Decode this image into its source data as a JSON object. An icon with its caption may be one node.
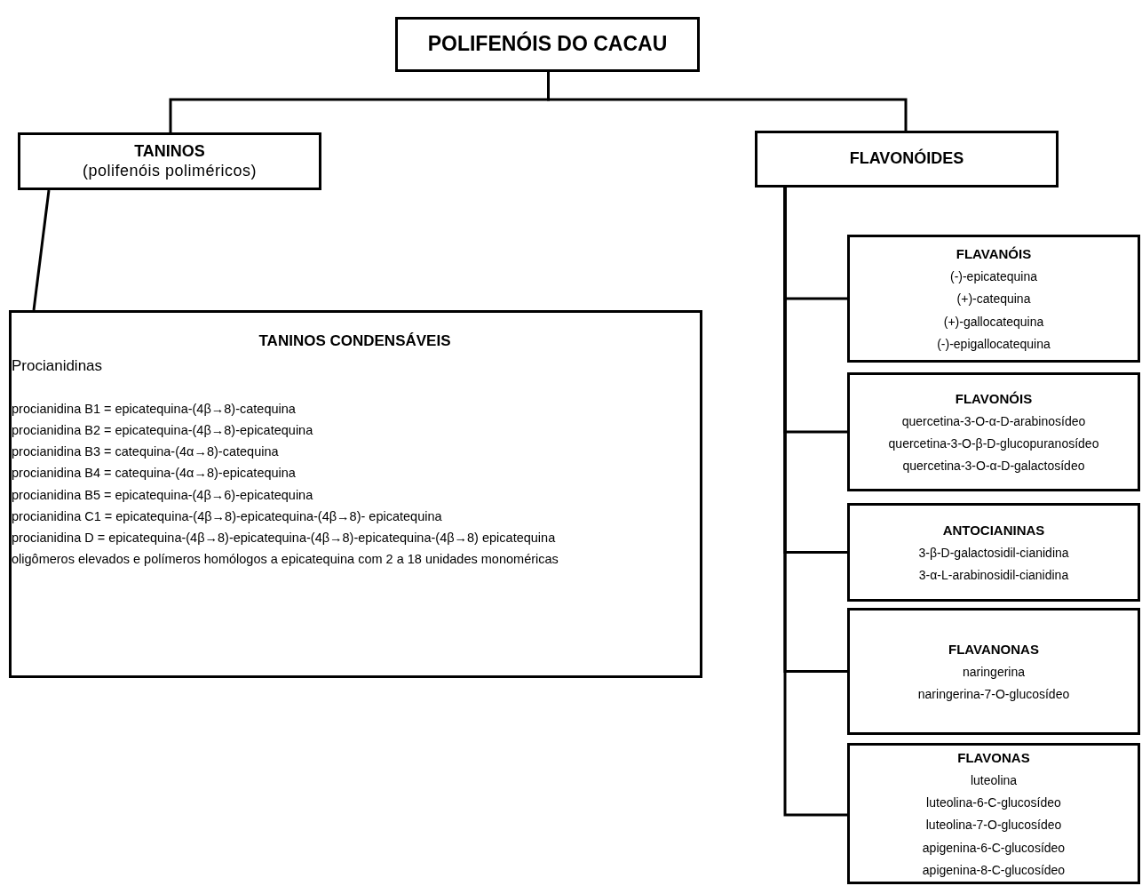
{
  "diagram": {
    "nodes": [
      {
        "text": [
          "POLIFENÓIS DO CACAU"
        ]
      },
      {
        "text": [
          "TANINOS",
          "(polifenóis poliméricos)"
        ]
      },
      {
        "text": [
          "FLAVONÓIDES"
        ]
      },
      {
        "text": [
          "TANINOS CONDENSÁVEIS",
          "Procianidinas",
          "procianidina B1 = epicatequina-(4β→8)-catequina",
          "procianidina B2 = epicatequina-(4β→8)-epicatequina",
          "procianidina B3 = catequina-(4α→8)-catequina",
          "procianidina B4 = catequina-(4α→8)-epicatequina",
          "procianidina B5 = epicatequina-(4β→6)-epicatequina",
          "procianidina C1 = epicatequina-(4β→8)-epicatequina-(4β→8)- epicatequina",
          "procianidina D = epicatequina-(4β→8)-epicatequina-(4β→8)-epicatequina-(4β→8) epicatequina",
          "oligômeros elevados e polímeros homólogos a epicatequina com 2 a 18 unidades monoméricas"
        ]
      },
      {
        "text": [
          "FLAVANÓIS",
          "(-)-epicatequina",
          "(+)-catequina",
          "(+)-gallocatequina",
          "(-)-epigallocatequina"
        ]
      },
      {
        "text": [
          "FLAVONÓIS",
          "quercetina-3-O-α-D-arabinosídeo",
          "quercetina-3-O-β-D-glucopuranosídeo",
          "quercetina-3-O-α-D-galactosídeo"
        ]
      },
      {
        "text": [
          "ANTOCIANINAS",
          "3-β-D-galactosidil-cianidina",
          "3-α-L-arabinosidil-cianidina"
        ]
      },
      {
        "text": [
          "FLAVANONAS",
          "naringerina",
          "naringerina-7-O-glucosídeo"
        ]
      },
      {
        "text": [
          "FLAVONAS",
          "luteolina",
          "luteolina-6-C-glucosídeo",
          "luteolina-7-O-glucosídeo",
          "apigenina-6-C-glucosídeo",
          "apigenina-8-C-glucosídeo"
        ]
      }
    ],
    "edges": [
      {
        "from": 0,
        "to": 1,
        "arrow": "none"
      },
      {
        "from": 0,
        "to": 2,
        "arrow": "none"
      },
      {
        "from": 1,
        "to": 3,
        "arrow": "none"
      },
      {
        "from": 2,
        "to": 4,
        "arrow": "none"
      },
      {
        "from": 2,
        "to": 5,
        "arrow": "none"
      },
      {
        "from": 2,
        "to": 6,
        "arrow": "none"
      },
      {
        "from": 2,
        "to": 7,
        "arrow": "none"
      },
      {
        "from": 2,
        "to": 8,
        "arrow": "none"
      }
    ]
  }
}
